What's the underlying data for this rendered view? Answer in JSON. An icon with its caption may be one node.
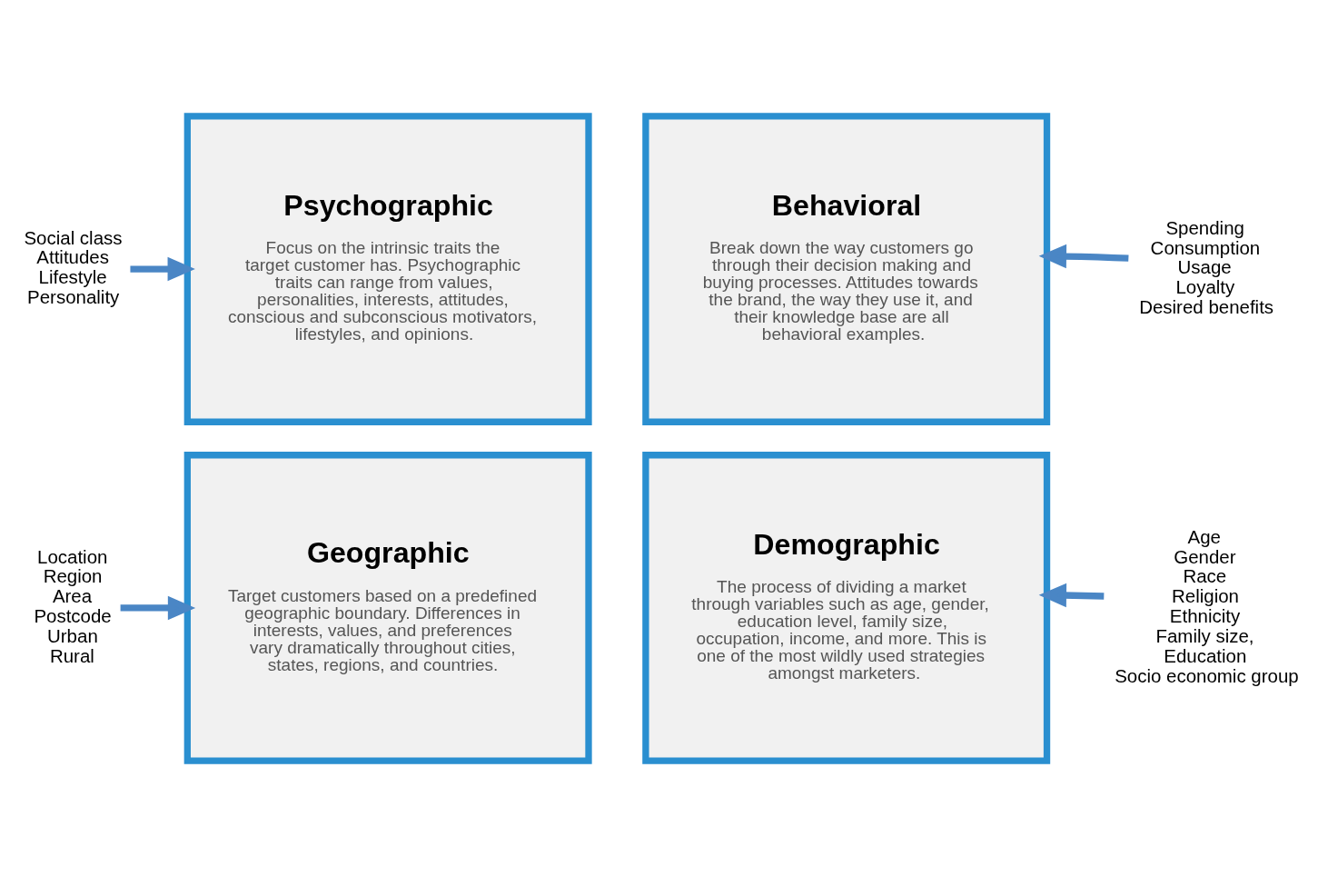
{
  "diagram": {
    "nodes": [
      {
        "text": [
          "Geographic",
          "Target customers based on a predefined geographic boundary. Differences in interests, values, and preferences vary dramatically throughout cities, states, regions, and countries."
        ]
      },
      {
        "text": [
          "Demographic",
          "The process of dividing a market through variables such as age, gender, education level, family size, occupation, income, and more. This is one of the most wildly used strategies amongst marketers."
        ]
      },
      {
        "text": [
          "Psychographic",
          "Focus on the intrinsic traits the target customer has. Psychographic traits can range from values, personalities, interests, attitudes, conscious and subconscious motivators, lifestyles, and opinions."
        ]
      },
      {
        "text": [
          "Behavioral",
          "Break down the way customers go through their decision making and buying processes. Attitudes towards the brand, the way they use it, and their knowledge base are all behavioral examples."
        ]
      },
      {
        "text": [
          "Location",
          "Region",
          "Area",
          "Postcode",
          "Urban",
          "Rural"
        ]
      },
      {
        "text": [
          "Age",
          "Gender",
          "Race",
          "Religion",
          "Ethnicity",
          "Family size,",
          "Education",
          "Socio economic group"
        ]
      },
      {
        "text": [
          "Social class",
          "Attitudes",
          "Lifestyle",
          "Personality"
        ]
      },
      {
        "text": [
          "Spending",
          "Consumption",
          "Usage",
          "Loyalty",
          "Desired benefits"
        ]
      }
    ],
    "edges": [
      {
        "from": 4,
        "to": 0,
        "arrow": "to"
      },
      {
        "from": 5,
        "to": 1,
        "arrow": "to"
      },
      {
        "from": 6,
        "to": 2,
        "arrow": "to"
      },
      {
        "from": 7,
        "to": 3,
        "arrow": "to"
      }
    ]
  }
}
